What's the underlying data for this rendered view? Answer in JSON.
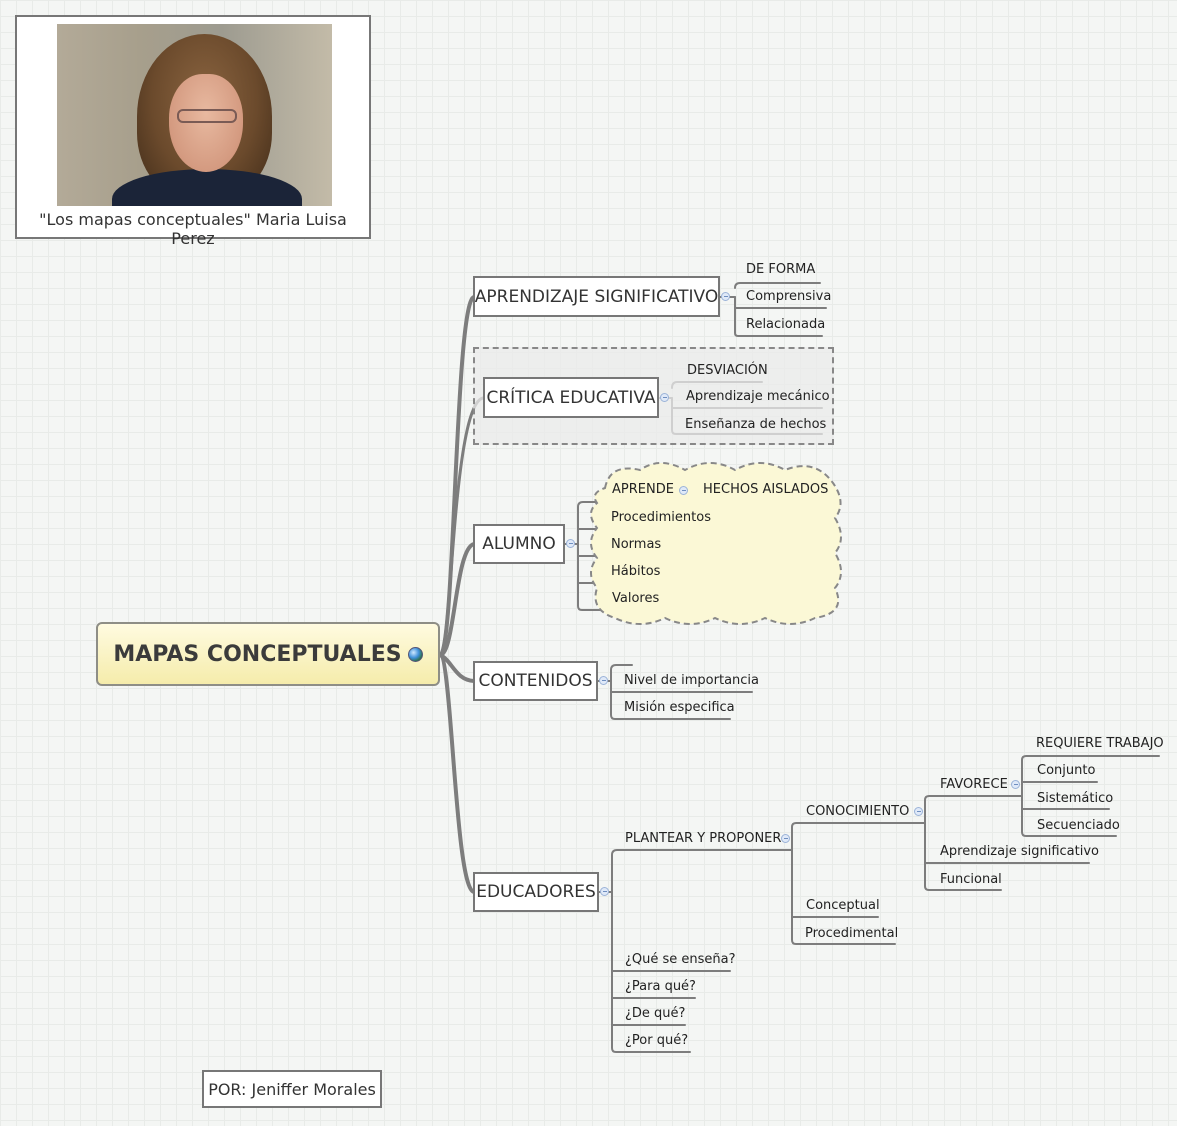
{
  "header_card": {
    "caption": "\"Los mapas conceptuales\" Maria Luisa Perez",
    "image_alt": "portrait photo"
  },
  "central_topic": {
    "label": "MAPAS CONCEPTUALES",
    "icon": "globe-icon",
    "fill_color": "#f7efb5"
  },
  "branches": {
    "aprendizaje": {
      "label": "APRENDIZAJE SIGNIFICATIVO",
      "children": [
        "DE FORMA",
        "Comprensiva",
        "Relacionada"
      ]
    },
    "critica": {
      "label": "CRÍTICA EDUCATIVA",
      "children": [
        "DESVIACIÓN",
        "Aprendizaje mecánico",
        "Enseñanza de hechos"
      ]
    },
    "alumno": {
      "label": "ALUMNO",
      "children": [
        "APRENDE",
        "Procedimientos",
        "Normas",
        "Hábitos",
        "Valores"
      ],
      "aprende_child": "HECHOS AISLADOS",
      "cloud_color": "#fbf8d6"
    },
    "contenidos": {
      "label": "CONTENIDOS",
      "children": [
        "Nivel de importancia",
        "Misión especifica"
      ]
    },
    "educadores": {
      "label": "EDUCADORES",
      "children": [
        "PLANTEAR Y PROPONER",
        "¿Qué se enseña?",
        "¿Para qué?",
        "¿De qué?",
        "¿Por qué?"
      ],
      "plantear": {
        "children": [
          "CONOCIMIENTO",
          "Conceptual",
          "Procedimental"
        ],
        "conocimiento": {
          "children": [
            "FAVORECE",
            "Aprendizaje significativo",
            "Funcional"
          ],
          "favorece": {
            "children": [
              "REQUIERE TRABAJO",
              "Conjunto",
              "Sistemático",
              "Secuenciado"
            ]
          }
        }
      }
    }
  },
  "credit": {
    "label": "POR: Jeniffer Morales"
  },
  "colors": {
    "line": "#7a7a7a",
    "box_border": "#777777",
    "collapse_fill": "#dfe9f8"
  }
}
